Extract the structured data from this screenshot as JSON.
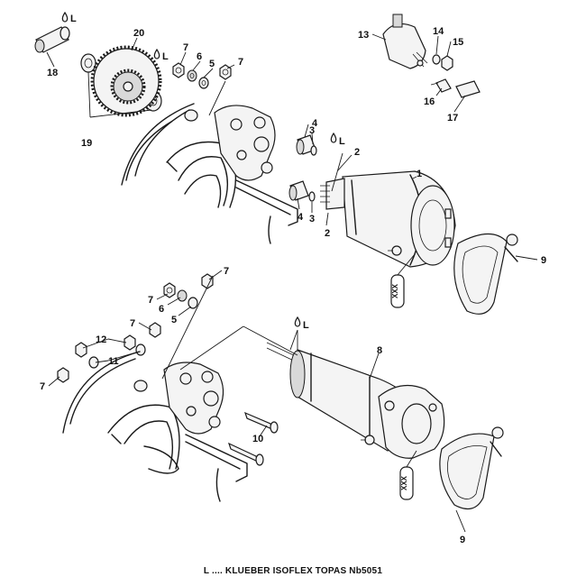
{
  "diagram": {
    "callouts": [
      "1",
      "2",
      "3",
      "4",
      "5",
      "6",
      "7",
      "8",
      "9",
      "10",
      "11",
      "12",
      "13",
      "14",
      "15",
      "16",
      "17",
      "18",
      "19",
      "20"
    ],
    "lubrication_mark": "L",
    "warning_label": "XXX",
    "footnote": "L .... KLUEBER ISOFLEX TOPAS Nb5051"
  }
}
